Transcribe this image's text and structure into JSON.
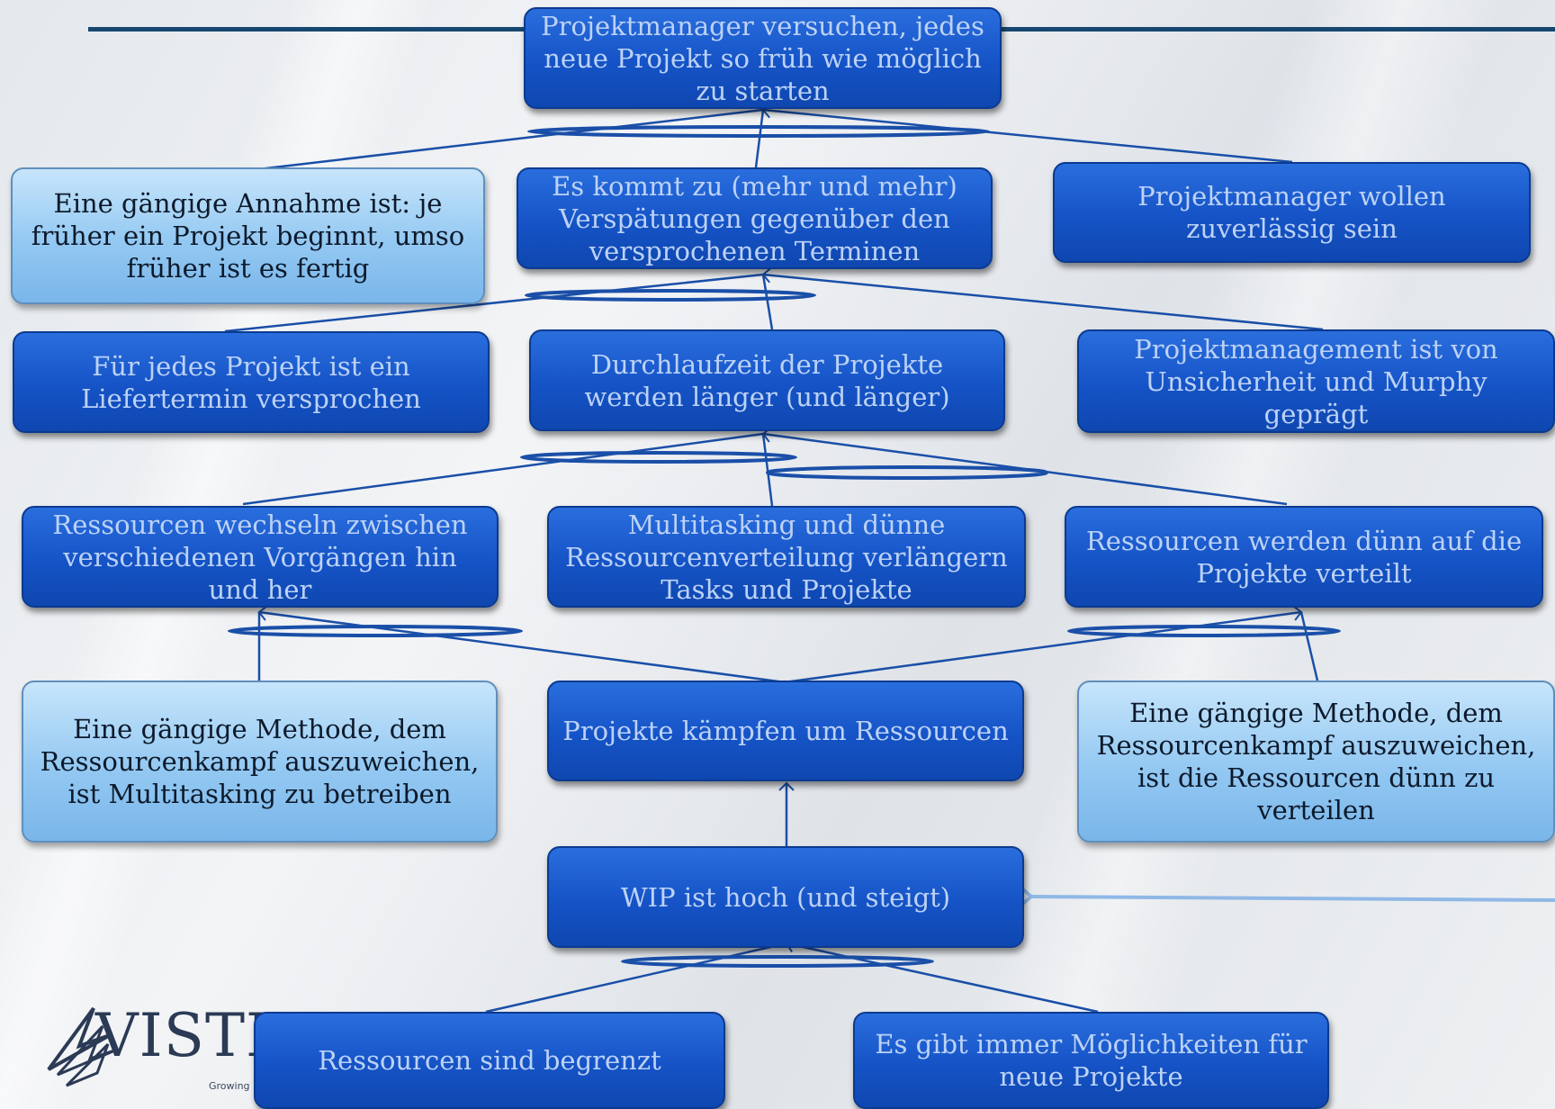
{
  "boxes": {
    "top": "Projektmanager versuchen, jedes neue Projekt so früh wie möglich zu starten",
    "assumption_start": "Eine gängige Annahme ist: je früher ein Projekt beginnt, umso früher ist es fertig",
    "delays": "Es kommt zu (mehr und mehr) Verspätungen gegenüber den versprochenen Terminen",
    "reliable": "Projektmanager wollen zuverlässig sein",
    "delivery_date": "Für jedes Projekt ist ein Liefertermin versprochen",
    "leadtime": "Durchlaufzeit der Projekte werden länger (und länger)",
    "uncertainty": "Projektmanagement ist von Unsicherheit und Murphy geprägt",
    "switching": "Ressourcen wechseln zwischen verschiedenen Vorgängen hin und her",
    "multitasking": "Multitasking und dünne Ressourcenverteilung verlängern Tasks und Projekte",
    "thin_spread": "Ressourcen werden dünn auf die Projekte verteilt",
    "method_multitask": "Eine gängige Methode, dem Ressourcenkampf auszuweichen, ist Multitasking zu betreiben",
    "fight": "Projekte kämpfen um Ressourcen",
    "method_thin": "Eine gängige Methode, dem Ressourcenkampf auszuweichen, ist die Ressourcen dünn zu verteilen",
    "wip": "WIP ist hoch (und steigt)",
    "limited": "Ressourcen sind begrenzt",
    "opportunities": "Es gibt immer Möglichkeiten für neue Projekte"
  },
  "logo": {
    "name": "VISTEM",
    "tagline": "Growing"
  },
  "colors": {
    "dark_box": "#1553c6",
    "light_box": "#93c8f2",
    "connector": "#1a4fa8",
    "feedback_arrow": "#8fb8e6"
  }
}
